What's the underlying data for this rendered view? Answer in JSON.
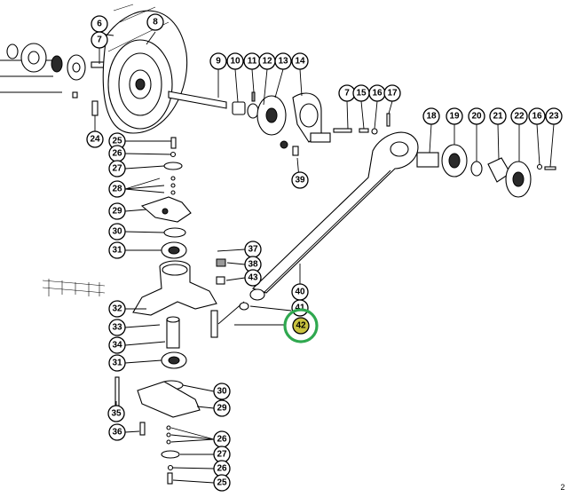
{
  "diagram": {
    "highlight": {
      "label": "42",
      "ring_color": "#2fa84f",
      "fill_color": "#c9c23f"
    },
    "callouts": {
      "c6": "6",
      "c8": "8",
      "c7a": "7",
      "c9": "9",
      "c10": "10",
      "c11": "11",
      "c12": "12",
      "c13": "13",
      "c14": "14",
      "c7b": "7",
      "c15": "15",
      "c16a": "16",
      "c17": "17",
      "c18": "18",
      "c19": "19",
      "c20": "20",
      "c21": "21",
      "c22": "22",
      "c16b": "16",
      "c23": "23",
      "c24": "24",
      "c25a": "25",
      "c26a": "26",
      "c27a": "27",
      "c28": "28",
      "c29a": "29",
      "c30a": "30",
      "c31a": "31",
      "c37": "37",
      "c38": "38",
      "c43": "43",
      "c40": "40",
      "c41": "41",
      "c39": "39",
      "c32": "32",
      "c33": "33",
      "c34": "34",
      "c31b": "31",
      "c30b": "30",
      "c29b": "29",
      "c35": "35",
      "c36": "36",
      "c26b": "26",
      "c27b": "27",
      "c26c": "26",
      "c25b": "25"
    },
    "page_marker": "2"
  }
}
